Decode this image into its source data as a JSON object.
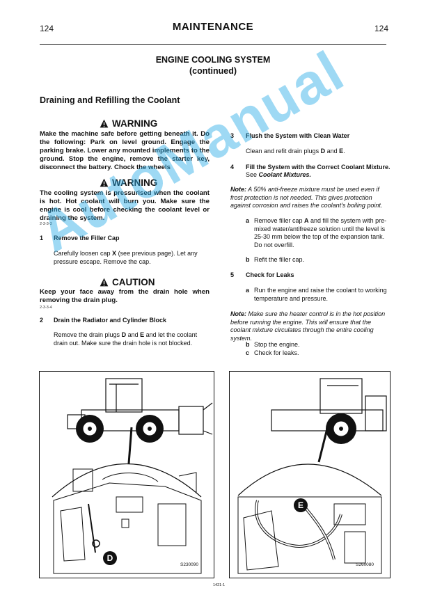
{
  "header": {
    "page_left": "124",
    "title": "MAINTENANCE",
    "page_right": "124"
  },
  "section": {
    "line1": "ENGINE COOLING SYSTEM",
    "line2": "(continued)"
  },
  "subsection_title": "Draining and Refilling the Coolant",
  "warning1": {
    "head": "WARNING",
    "text": "Make the machine safe before getting beneath it. Do the following: Park on level ground. Engage the parking brake. Lower any mounted implements to the ground. Stop the engine, remove the starter key, disconnect the battery. Chock the wheels",
    "code": "13-3-1-1"
  },
  "warning2": {
    "head": "WARNING",
    "text": "The cooling system is pressurised when the coolant is hot. Hot coolant will burn you. Make sure the engine is cool before checking the coolant level or draining the system.",
    "code": "2-3-3-3"
  },
  "step1": {
    "num": "1",
    "title": "Remove the Filler Cap",
    "body_a": "Carefully loosen cap ",
    "body_b": "X",
    "body_c": " (see previous page). Let any pressure escape. Remove the cap."
  },
  "caution": {
    "head": "CAUTION",
    "text": "Keep your face away from the drain hole when removing the drain plug.",
    "code": "2-3-3-4"
  },
  "step2": {
    "num": "2",
    "title": "Drain the Radiator and Cylinder Block",
    "body_a": "Remove the drain plugs ",
    "body_b": "D",
    "body_c": " and ",
    "body_d": "E",
    "body_e": " and let the coolant drain out. Make sure the drain hole is not blocked."
  },
  "step3": {
    "num": "3",
    "title": "Flush the System with Clean Water",
    "body_a": "Clean and refit drain plugs ",
    "body_b": "D",
    "body_c": " and ",
    "body_d": "E",
    "body_e": "."
  },
  "step4": {
    "num": "4",
    "title": "Fill the System with the Correct Coolant Mixture.",
    "body_a": "See ",
    "body_b": "Coolant Mixtures."
  },
  "note1": {
    "label": "Note:",
    "text": " A 50% anti-freeze mixture must be used even if frost protection is not needed. This gives protection against corrosion and raises the coolant's boiling point."
  },
  "sub_a": {
    "letter": "a",
    "text_a": "Remove filler cap ",
    "text_b": "A",
    "text_c": " and fill the system with pre-mixed water/antifreeze solution until the level is 25-30 mm below the top of the expansion tank. Do not overfill."
  },
  "sub_b": {
    "letter": "b",
    "text": "Refit the filler cap."
  },
  "step5": {
    "num": "5",
    "title": "Check for Leaks"
  },
  "sub5a": {
    "letter": "a",
    "text": "Run the engine and raise the coolant to working temperature and pressure."
  },
  "note2": {
    "label": "Note:",
    "text": " Make sure the heater control is in the hot position before running the engine. This will ensure that the coolant mixture circulates through the entire cooling system."
  },
  "sub5b": {
    "letter": "b",
    "text": "Stop the engine."
  },
  "sub5c": {
    "letter": "c",
    "text": "Check for leaks."
  },
  "fig_left": {
    "callout": "D",
    "label": "S230090"
  },
  "fig_right": {
    "callout": "E",
    "label": "S260080"
  },
  "fig_center_code": "1421-1",
  "watermark": "AutoManual"
}
